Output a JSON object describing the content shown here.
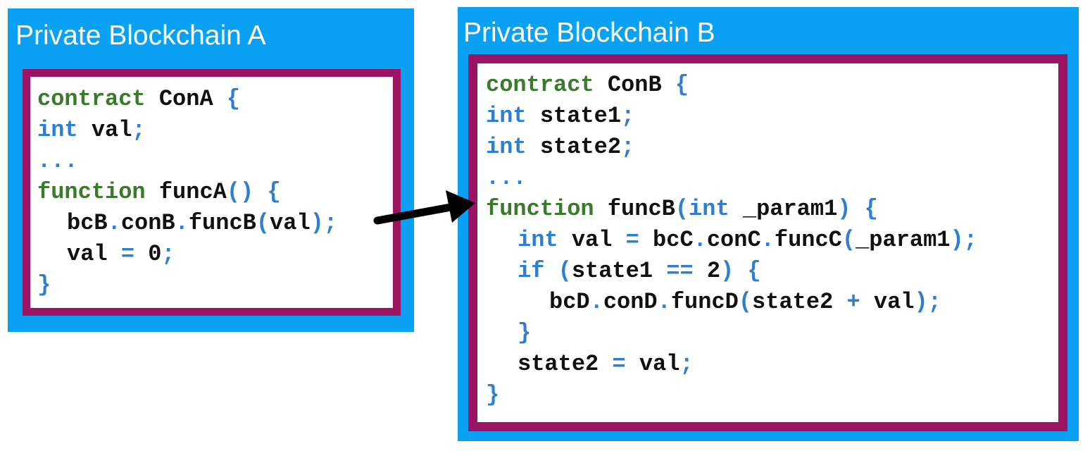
{
  "chain_a": {
    "title": "Private Blockchain A",
    "contract": {
      "lines": [
        {
          "indent": 0,
          "tokens": [
            [
              "kw",
              "contract"
            ],
            [
              "sp",
              " "
            ],
            [
              "id",
              "ConA"
            ],
            [
              "sp",
              " "
            ],
            [
              "pn",
              "{"
            ]
          ]
        },
        {
          "indent": 0,
          "tokens": [
            [
              "ty",
              "int"
            ],
            [
              "sp",
              " "
            ],
            [
              "id",
              "val"
            ],
            [
              "pn",
              ";"
            ]
          ]
        },
        {
          "indent": 0,
          "tokens": [
            [
              "pn",
              "..."
            ]
          ]
        },
        {
          "indent": 0,
          "tokens": [
            [
              "kw",
              "function"
            ],
            [
              "sp",
              " "
            ],
            [
              "id",
              "funcA"
            ],
            [
              "pn",
              "()"
            ],
            [
              "sp",
              " "
            ],
            [
              "pn",
              "{"
            ]
          ]
        },
        {
          "indent": 1,
          "tokens": [
            [
              "id",
              "bcB"
            ],
            [
              "pn",
              "."
            ],
            [
              "id",
              "conB"
            ],
            [
              "pn",
              "."
            ],
            [
              "id",
              "funcB"
            ],
            [
              "pn",
              "("
            ],
            [
              "id",
              "val"
            ],
            [
              "pn",
              ")"
            ],
            [
              "pn",
              ";"
            ]
          ]
        },
        {
          "indent": 1,
          "tokens": [
            [
              "id",
              "val"
            ],
            [
              "sp",
              " "
            ],
            [
              "pn",
              "="
            ],
            [
              "sp",
              " "
            ],
            [
              "num",
              "0"
            ],
            [
              "pn",
              ";"
            ]
          ]
        },
        {
          "indent": 0,
          "tokens": [
            [
              "pn",
              "}"
            ]
          ]
        }
      ]
    }
  },
  "chain_b": {
    "title": "Private Blockchain B",
    "contract": {
      "lines": [
        {
          "indent": 0,
          "tokens": [
            [
              "kw",
              "contract"
            ],
            [
              "sp",
              " "
            ],
            [
              "id",
              "ConB"
            ],
            [
              "sp",
              " "
            ],
            [
              "pn",
              "{"
            ]
          ]
        },
        {
          "indent": 0,
          "tokens": [
            [
              "ty",
              "int"
            ],
            [
              "sp",
              " "
            ],
            [
              "id",
              "state1"
            ],
            [
              "pn",
              ";"
            ]
          ]
        },
        {
          "indent": 0,
          "tokens": [
            [
              "ty",
              "int"
            ],
            [
              "sp",
              " "
            ],
            [
              "id",
              "state2"
            ],
            [
              "pn",
              ";"
            ]
          ]
        },
        {
          "indent": 0,
          "tokens": [
            [
              "pn",
              "..."
            ]
          ]
        },
        {
          "indent": 0,
          "tokens": [
            [
              "kw",
              "function"
            ],
            [
              "sp",
              " "
            ],
            [
              "id",
              "funcB"
            ],
            [
              "pn",
              "("
            ],
            [
              "ty",
              "int"
            ],
            [
              "sp",
              " "
            ],
            [
              "id",
              "_param1"
            ],
            [
              "pn",
              ")"
            ],
            [
              "sp",
              " "
            ],
            [
              "pn",
              "{"
            ]
          ]
        },
        {
          "indent": 1,
          "tokens": [
            [
              "ty",
              "int"
            ],
            [
              "sp",
              " "
            ],
            [
              "id",
              "val"
            ],
            [
              "sp",
              " "
            ],
            [
              "pn",
              "="
            ],
            [
              "sp",
              " "
            ],
            [
              "id",
              "bcC"
            ],
            [
              "pn",
              "."
            ],
            [
              "id",
              "conC"
            ],
            [
              "pn",
              "."
            ],
            [
              "id",
              "funcC"
            ],
            [
              "pn",
              "("
            ],
            [
              "id",
              "_param1"
            ],
            [
              "pn",
              ")"
            ],
            [
              "pn",
              ";"
            ]
          ]
        },
        {
          "indent": 1,
          "tokens": [
            [
              "ty",
              "if"
            ],
            [
              "sp",
              " "
            ],
            [
              "pn",
              "("
            ],
            [
              "id",
              "state1"
            ],
            [
              "sp",
              " "
            ],
            [
              "pn",
              "=="
            ],
            [
              "sp",
              " "
            ],
            [
              "num",
              "2"
            ],
            [
              "pn",
              ")"
            ],
            [
              "sp",
              " "
            ],
            [
              "pn",
              "{"
            ]
          ]
        },
        {
          "indent": 2,
          "tokens": [
            [
              "id",
              "bcD"
            ],
            [
              "pn",
              "."
            ],
            [
              "id",
              "conD"
            ],
            [
              "pn",
              "."
            ],
            [
              "id",
              "funcD"
            ],
            [
              "pn",
              "("
            ],
            [
              "id",
              "state2"
            ],
            [
              "sp",
              " "
            ],
            [
              "pn",
              "+"
            ],
            [
              "sp",
              " "
            ],
            [
              "id",
              "val"
            ],
            [
              "pn",
              ")"
            ],
            [
              "pn",
              ";"
            ]
          ]
        },
        {
          "indent": 1,
          "tokens": [
            [
              "pn",
              "}"
            ]
          ]
        },
        {
          "indent": 1,
          "tokens": [
            [
              "id",
              "state2"
            ],
            [
              "sp",
              " "
            ],
            [
              "pn",
              "="
            ],
            [
              "sp",
              " "
            ],
            [
              "id",
              "val"
            ],
            [
              "pn",
              ";"
            ]
          ]
        },
        {
          "indent": 0,
          "tokens": [
            [
              "pn",
              "}"
            ]
          ]
        }
      ]
    }
  },
  "colors": {
    "chain_background": "#0aa1f5",
    "contract_border": "#9b1463",
    "keyword": "#3a7a2b",
    "type_and_punctuation": "#2f7fd0",
    "identifier": "#111111",
    "arrow": "#000000"
  }
}
